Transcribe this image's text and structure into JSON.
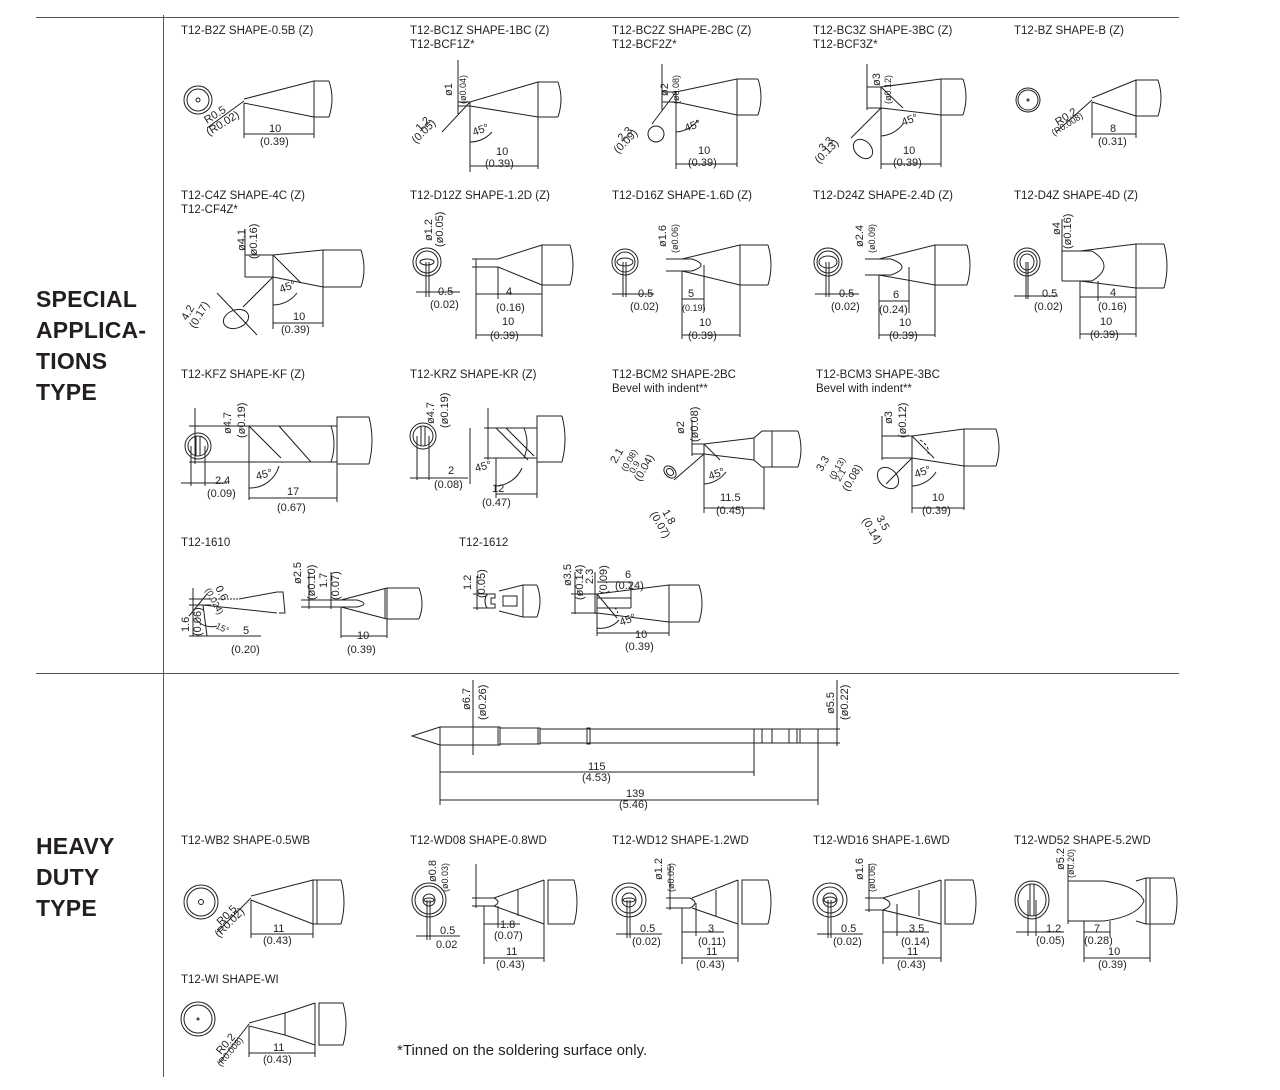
{
  "sections": [
    {
      "id": "special",
      "label_lines": [
        "SPECIAL",
        "APPLICA-",
        "TIONS",
        "TYPE"
      ]
    },
    {
      "id": "heavy",
      "label_lines": [
        "HEAVY",
        "DUTY",
        "TYPE"
      ]
    }
  ],
  "tips": {
    "b2z": {
      "title": [
        "T12-B2Z  SHAPE-0.5B (Z)"
      ],
      "dims": {
        "r": "R0.5",
        "r_in": "(R0.02)",
        "len": "10",
        "len_in": "(0.39)"
      }
    },
    "bc1z": {
      "title": [
        "T12-BC1Z  SHAPE-1BC (Z)",
        "T12-BCF1Z*"
      ],
      "dims": {
        "d": "ø1",
        "d_in": "(ø0.04)",
        "face": "1.2",
        "face_in": "(0.05)",
        "angle": "45°",
        "len": "10",
        "len_in": "(0.39)"
      }
    },
    "bc2z": {
      "title": [
        "T12-BC2Z  SHAPE-2BC (Z)",
        "T12-BCF2Z*"
      ],
      "dims": {
        "d": "ø2",
        "d_in": "(ø0.08)",
        "face": "2.3",
        "face_in": "(0.09)",
        "angle": "45°",
        "len": "10",
        "len_in": "(0.39)"
      }
    },
    "bc3z": {
      "title": [
        "T12-BC3Z  SHAPE-3BC (Z)",
        "T12-BCF3Z*"
      ],
      "dims": {
        "d": "ø3",
        "d_in": "(ø0.12)",
        "face": "3.3",
        "face_in": "(0.13)",
        "angle": "45°",
        "len": "10",
        "len_in": "(0.39)"
      }
    },
    "bz": {
      "title": [
        "T12-BZ  SHAPE-B (Z)"
      ],
      "dims": {
        "r": "R0.2",
        "r_in": "(R0.008)",
        "len": "8",
        "len_in": "(0.31)"
      }
    },
    "c4z": {
      "title": [
        "T12-C4Z  SHAPE-4C (Z)",
        "T12-CF4Z*"
      ],
      "dims": {
        "d": "ø4.1",
        "d_in": "(ø0.16)",
        "face": "4.2",
        "face_in": "(0.17)",
        "angle": "45°",
        "len": "10",
        "len_in": "(0.39)"
      }
    },
    "d12z": {
      "title": [
        "T12-D12Z  SHAPE-1.2D (Z)"
      ],
      "dims": {
        "d": "ø1.2",
        "d_in": "(ø0.05)",
        "t": "0.5",
        "t_in": "(0.02)",
        "flat": "4",
        "flat_in": "(0.16)",
        "len": "10",
        "len_in": "(0.39)"
      }
    },
    "d16z": {
      "title": [
        "T12-D16Z  SHAPE-1.6D (Z)"
      ],
      "dims": {
        "d": "ø1.6",
        "d_in": "(ø0.06)",
        "t": "0.5",
        "t_in": "(0.02)",
        "flat": "5",
        "flat_in": "(0.19)",
        "len": "10",
        "len_in": "(0.39)"
      }
    },
    "d24z": {
      "title": [
        "T12-D24Z  SHAPE-2.4D (Z)"
      ],
      "dims": {
        "d": "ø2.4",
        "d_in": "(ø0.09)",
        "t": "0.5",
        "t_in": "(0.02)",
        "flat": "6",
        "flat_in": "(0.24)",
        "len": "10",
        "len_in": "(0.39)"
      }
    },
    "d4z": {
      "title": [
        "T12-D4Z  SHAPE-4D (Z)"
      ],
      "dims": {
        "d": "ø4",
        "d_in": "(ø0.16)",
        "t": "0.5",
        "t_in": "(0.02)",
        "flat": "4",
        "flat_in": "(0.16)",
        "len": "10",
        "len_in": "(0.39)"
      }
    },
    "kfz": {
      "title": [
        "T12-KFZ  SHAPE-KF (Z)"
      ],
      "dims": {
        "d": "ø4.7",
        "d_in": "(ø0.19)",
        "t": "2.4",
        "t_in": "(0.09)",
        "angle": "45°",
        "len": "17",
        "len_in": "(0.67)"
      }
    },
    "krz": {
      "title": [
        "T12-KRZ  SHAPE-KR (Z)"
      ],
      "dims": {
        "d": "ø4.7",
        "d_in": "(ø0.19)",
        "t": "2",
        "t_in": "(0.08)",
        "angle": "45°",
        "len": "12",
        "len_in": "(0.47)"
      }
    },
    "bcm2": {
      "title": [
        "T12-BCM2  SHAPE-2BC",
        "Bevel with indent**"
      ],
      "dims": {
        "d": "ø2",
        "d_in": "(ø0.08)",
        "face": "2.1",
        "face_in": "(0.08)",
        "indent": "0.9",
        "indent_in": "(0.04)",
        "depth": "1.8",
        "depth_in": "(0.07)",
        "angle": "45°",
        "len": "11.5",
        "len_in": "(0.45)"
      }
    },
    "bcm3": {
      "title": [
        "T12-BCM3  SHAPE-3BC",
        "Bevel with indent**"
      ],
      "dims": {
        "d": "ø3",
        "d_in": "(ø0.12)",
        "face": "3.3",
        "face_in": "(0.13)",
        "indent": "2.1",
        "indent_in": "(0.08)",
        "depth": "3.5",
        "depth_in": "(0.14)",
        "angle": "45°",
        "len": "10",
        "len_in": "(0.39)"
      }
    },
    "t1610": {
      "title": [
        "T12-1610"
      ],
      "dims": {
        "w": "0.6",
        "w_in": "(0.024)",
        "h": "1.6",
        "h_in": "(0.06)",
        "angle": "15°",
        "tip": "5",
        "tip_in": "(0.20)",
        "d": "ø2.5",
        "d_in": "(ø0.10)",
        "d2": "1.7",
        "d2_in": "(0.07)",
        "len": "10",
        "len_in": "(0.39)"
      }
    },
    "t1612": {
      "title": [
        "T12-1612"
      ],
      "dims": {
        "h": "1.2",
        "h_in": "(0.05)",
        "d": "ø3.5",
        "d_in": "(ø0.14)",
        "d2": "2.3",
        "d2_in": "(0.09)",
        "slot": "6",
        "slot_in": "(0.24)",
        "angle": "45°",
        "len": "10",
        "len_in": "(0.39)"
      }
    },
    "shaft": {
      "dims": {
        "d1": "ø6.7",
        "d1_in": "(ø0.26)",
        "d2": "ø5.5",
        "d2_in": "(ø0.22)",
        "l1": "115",
        "l1_in": "(4.53)",
        "l2": "139",
        "l2_in": "(5.46)"
      }
    },
    "wb2": {
      "title": [
        "T12-WB2  SHAPE-0.5WB"
      ],
      "dims": {
        "r": "R0.5",
        "r_in": "(R0.02)",
        "len": "11",
        "len_in": "(0.43)"
      }
    },
    "wd08": {
      "title": [
        "T12-WD08  SHAPE-0.8WD"
      ],
      "dims": {
        "d": "ø0.8",
        "d_in": "(ø0.03)",
        "t": "0.5",
        "t_in": "0.02",
        "flat": "1.8",
        "flat_in": "(0.07)",
        "len": "11",
        "len_in": "(0.43)"
      }
    },
    "wd12": {
      "title": [
        "T12-WD12  SHAPE-1.2WD"
      ],
      "dims": {
        "d": "ø1.2",
        "d_in": "(ø0.05)",
        "t": "0.5",
        "t_in": "(0.02)",
        "flat": "3",
        "flat_in": "(0.11)",
        "len": "11",
        "len_in": "(0.43)"
      }
    },
    "wd16": {
      "title": [
        "T12-WD16  SHAPE-1.6WD"
      ],
      "dims": {
        "d": "ø1.6",
        "d_in": "(ø0.06)",
        "t": "0.5",
        "t_in": "(0.02)",
        "flat": "3.5",
        "flat_in": "(0.14)",
        "len": "11",
        "len_in": "(0.43)"
      }
    },
    "wd52": {
      "title": [
        "T12-WD52  SHAPE-5.2WD"
      ],
      "dims": {
        "d": "ø5.2",
        "d_in": "(ø0.20)",
        "t": "1.2",
        "t_in": "(0.05)",
        "flat": "7",
        "flat_in": "(0.28)",
        "len": "10",
        "len_in": "(0.39)"
      }
    },
    "wi": {
      "title": [
        "T12-WI  SHAPE-WI"
      ],
      "dims": {
        "r": "R0.2",
        "r_in": "(R0.008)",
        "len": "11",
        "len_in": "(0.43)"
      }
    }
  },
  "footnote": "*Tinned on the soldering surface only."
}
